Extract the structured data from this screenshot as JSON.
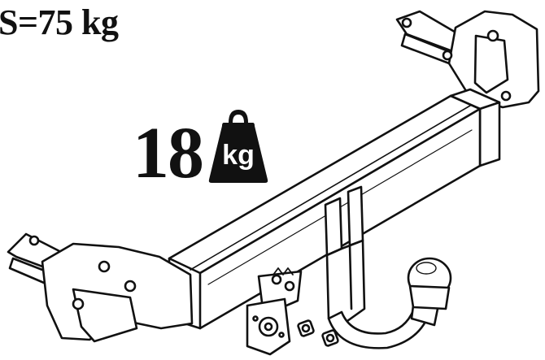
{
  "labels": {
    "spec": "S=75 kg",
    "weight_value": "18",
    "weight_unit": "kg"
  },
  "icons": {
    "weight": "weight-icon"
  },
  "colors": {
    "ink": "#111111",
    "paper": "#ffffff"
  }
}
